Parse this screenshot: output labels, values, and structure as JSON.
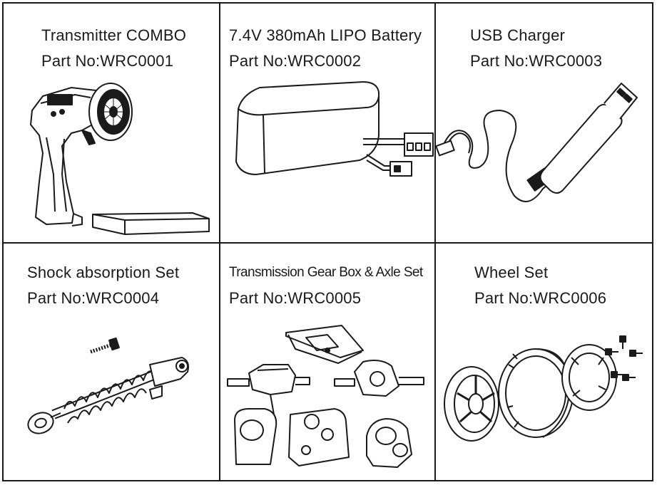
{
  "parts": [
    {
      "name": "Transmitter COMBO",
      "part_no": "Part No:WRC0001",
      "icon": "transmitter-icon"
    },
    {
      "name": "7.4V 380mAh LIPO Battery",
      "part_no": "Part No:WRC0002",
      "icon": "battery-icon"
    },
    {
      "name": "USB Charger",
      "part_no": "Part No:WRC0003",
      "icon": "usb-charger-icon"
    },
    {
      "name": "Shock absorption Set",
      "part_no": "Part No:WRC0004",
      "icon": "shock-absorber-icon"
    },
    {
      "name": "Transmission Gear Box & Axle Set",
      "part_no": "Part No:WRC0005",
      "icon": "gearbox-axle-icon"
    },
    {
      "name": "Wheel Set",
      "part_no": "Part No:WRC0006",
      "icon": "wheel-set-icon"
    }
  ],
  "colors": {
    "ink": "#1a1a1a",
    "paper": "#ffffff"
  }
}
